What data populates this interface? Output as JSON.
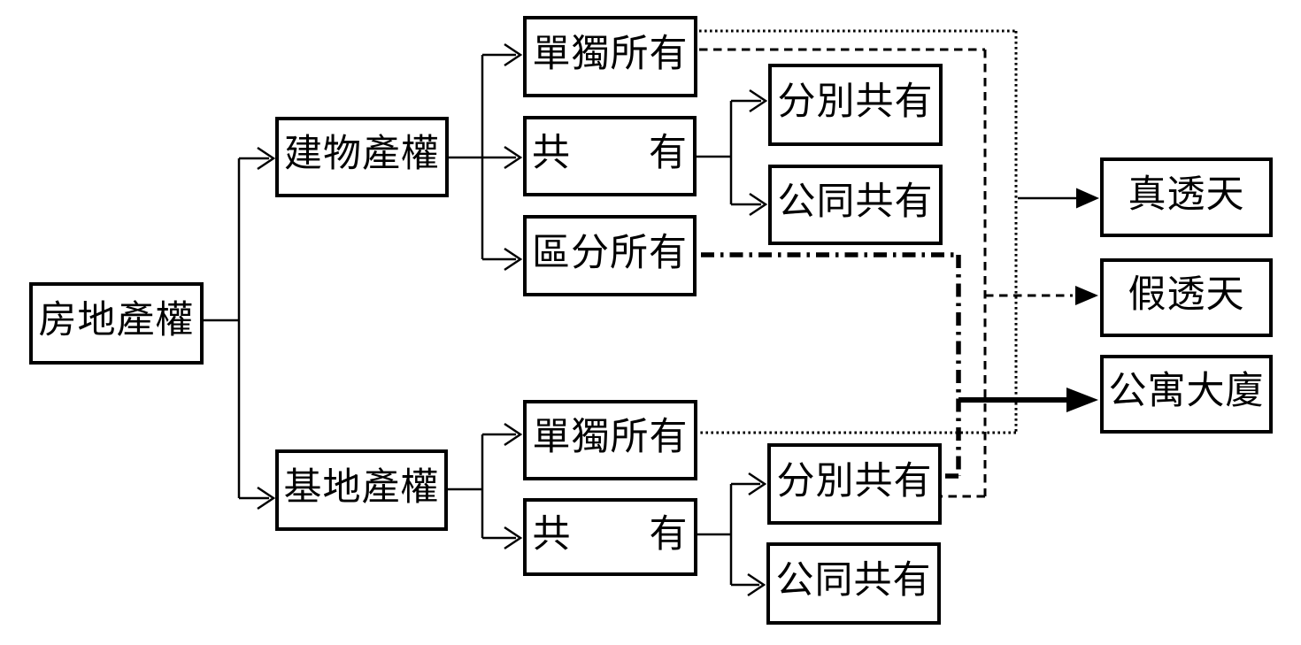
{
  "canvas": {
    "background": "#ffffff",
    "line_color": "#000000",
    "box_border_color": "#000000",
    "text_color": "#000000"
  },
  "nodes": [
    {
      "id": "real-estate-rights",
      "label": "房地產權"
    },
    {
      "id": "building-rights",
      "label": "建物產權"
    },
    {
      "id": "land-rights",
      "label": "基地產權"
    },
    {
      "id": "building-sole-ownership",
      "label": "單獨所有"
    },
    {
      "id": "building-co-ownership",
      "label": "共　　有"
    },
    {
      "id": "building-sectional-ownership",
      "label": "區分所有"
    },
    {
      "id": "building-separate-co-ownership",
      "label": "分別共有"
    },
    {
      "id": "building-joint-co-ownership",
      "label": "公同共有"
    },
    {
      "id": "land-sole-ownership",
      "label": "單獨所有"
    },
    {
      "id": "land-co-ownership",
      "label": "共　　有"
    },
    {
      "id": "land-separate-co-ownership",
      "label": "分別共有"
    },
    {
      "id": "land-joint-co-ownership",
      "label": "公同共有"
    },
    {
      "id": "real-townhouse",
      "label": "真透天"
    },
    {
      "id": "fake-townhouse",
      "label": "假透天"
    },
    {
      "id": "apartment-building",
      "label": "公寓大廈"
    }
  ],
  "connections": [
    {
      "from": "real-estate-rights",
      "to": "building-rights",
      "style": "solid-arrow"
    },
    {
      "from": "real-estate-rights",
      "to": "land-rights",
      "style": "solid-arrow"
    },
    {
      "from": "building-rights",
      "to": "building-sole-ownership",
      "style": "solid-arrow"
    },
    {
      "from": "building-rights",
      "to": "building-co-ownership",
      "style": "solid-arrow"
    },
    {
      "from": "building-rights",
      "to": "building-sectional-ownership",
      "style": "solid-arrow"
    },
    {
      "from": "building-co-ownership",
      "to": "building-separate-co-ownership",
      "style": "solid-arrow"
    },
    {
      "from": "building-co-ownership",
      "to": "building-joint-co-ownership",
      "style": "solid-arrow"
    },
    {
      "from": "land-rights",
      "to": "land-sole-ownership",
      "style": "solid-arrow"
    },
    {
      "from": "land-rights",
      "to": "land-co-ownership",
      "style": "solid-arrow"
    },
    {
      "from": "land-co-ownership",
      "to": "land-separate-co-ownership",
      "style": "solid-arrow"
    },
    {
      "from": "land-co-ownership",
      "to": "land-joint-co-ownership",
      "style": "solid-arrow"
    },
    {
      "from": "building-sole-ownership",
      "joined_with": "land-sole-ownership",
      "to": "real-townhouse",
      "style": "dotted"
    },
    {
      "from": "building-sole-ownership",
      "joined_with": "land-separate-co-ownership",
      "to": "fake-townhouse",
      "style": "dashed"
    },
    {
      "from": "building-sectional-ownership",
      "joined_with": "land-separate-co-ownership",
      "to": "apartment-building",
      "style": "dash-dot-thick"
    }
  ]
}
